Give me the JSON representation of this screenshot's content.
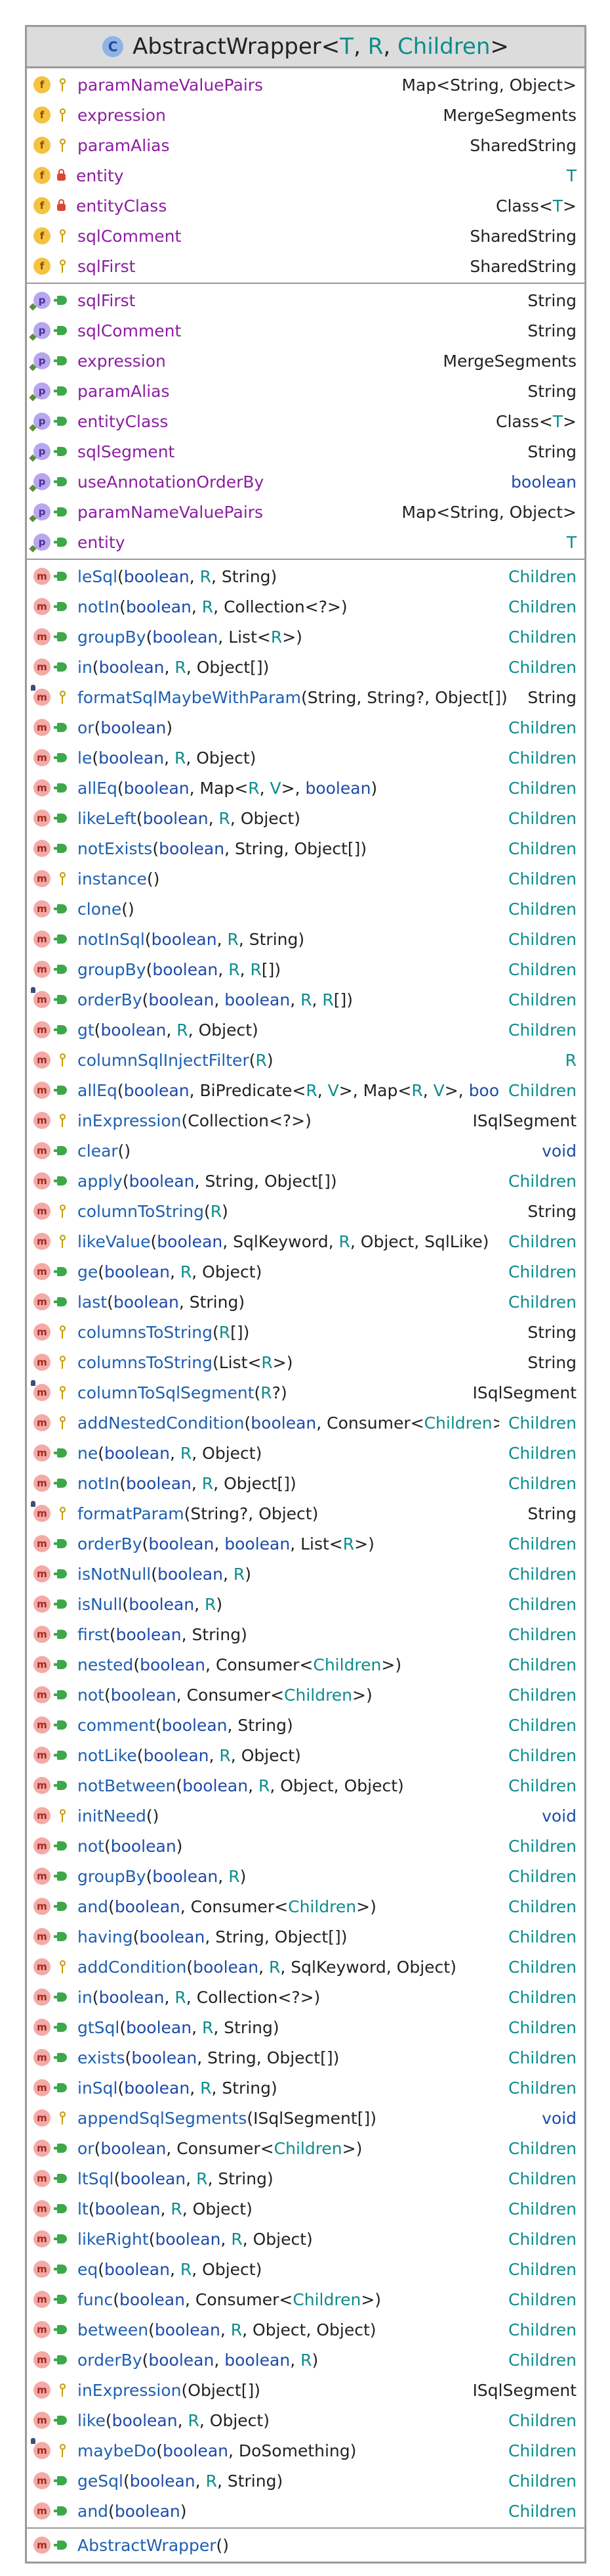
{
  "class": {
    "icon_letter": "C",
    "name": "AbstractWrapper",
    "generic_open": "<",
    "generic_params": [
      "T",
      "R",
      "Children"
    ],
    "generic_close": ">"
  },
  "fields": [
    {
      "kind": "f",
      "vis": "protected",
      "name": "paramNameValuePairs",
      "type": "Map<String, Object>"
    },
    {
      "kind": "f",
      "vis": "protected",
      "name": "expression",
      "type": "MergeSegments"
    },
    {
      "kind": "f",
      "vis": "protected",
      "name": "paramAlias",
      "type": "SharedString"
    },
    {
      "kind": "f",
      "vis": "private",
      "name": "entity",
      "type": "T"
    },
    {
      "kind": "f",
      "vis": "private",
      "name": "entityClass",
      "type": "Class<T>"
    },
    {
      "kind": "f",
      "vis": "protected",
      "name": "sqlComment",
      "type": "SharedString"
    },
    {
      "kind": "f",
      "vis": "protected",
      "name": "sqlFirst",
      "type": "SharedString"
    }
  ],
  "properties": [
    {
      "kind": "p",
      "vis": "public",
      "name": "sqlFirst",
      "type": "String"
    },
    {
      "kind": "p",
      "vis": "public",
      "name": "sqlComment",
      "type": "String"
    },
    {
      "kind": "p",
      "vis": "public",
      "name": "expression",
      "type": "MergeSegments"
    },
    {
      "kind": "p",
      "vis": "public",
      "name": "paramAlias",
      "type": "String"
    },
    {
      "kind": "p",
      "vis": "public",
      "name": "entityClass",
      "type": "Class<T>"
    },
    {
      "kind": "p",
      "vis": "public",
      "name": "sqlSegment",
      "type": "String"
    },
    {
      "kind": "p",
      "vis": "public",
      "name": "useAnnotationOrderBy",
      "type": "boolean"
    },
    {
      "kind": "p",
      "vis": "public",
      "name": "paramNameValuePairs",
      "type": "Map<String, Object>"
    },
    {
      "kind": "p",
      "vis": "public",
      "name": "entity",
      "type": "T"
    }
  ],
  "methods": [
    {
      "vis": "public",
      "name": "leSql",
      "params": "(boolean, R, String)",
      "type": "Children"
    },
    {
      "vis": "public",
      "name": "notIn",
      "params": "(boolean, R, Collection<?>)",
      "type": "Children"
    },
    {
      "vis": "public",
      "name": "groupBy",
      "params": "(boolean, List<R>)",
      "type": "Children"
    },
    {
      "vis": "public",
      "name": "in",
      "params": "(boolean, R, Object[])",
      "type": "Children"
    },
    {
      "vis": "protected",
      "name": "formatSqlMaybeWithParam",
      "params": "(String, String?, Object[])",
      "type": "String",
      "override": true
    },
    {
      "vis": "public",
      "name": "or",
      "params": "(boolean)",
      "type": "Children"
    },
    {
      "vis": "public",
      "name": "le",
      "params": "(boolean, R, Object)",
      "type": "Children"
    },
    {
      "vis": "public",
      "name": "allEq",
      "params": "(boolean, Map<R, V>, boolean)",
      "type": "Children"
    },
    {
      "vis": "public",
      "name": "likeLeft",
      "params": "(boolean, R, Object)",
      "type": "Children"
    },
    {
      "vis": "public",
      "name": "notExists",
      "params": "(boolean, String, Object[])",
      "type": "Children"
    },
    {
      "vis": "protected",
      "name": "instance",
      "params": "()",
      "type": "Children"
    },
    {
      "vis": "public",
      "name": "clone",
      "params": "()",
      "type": "Children"
    },
    {
      "vis": "public",
      "name": "notInSql",
      "params": "(boolean, R, String)",
      "type": "Children"
    },
    {
      "vis": "public",
      "name": "groupBy",
      "params": "(boolean, R, R[])",
      "type": "Children"
    },
    {
      "vis": "public",
      "name": "orderBy",
      "params": "(boolean, boolean, R, R[])",
      "type": "Children",
      "override": true
    },
    {
      "vis": "public",
      "name": "gt",
      "params": "(boolean, R, Object)",
      "type": "Children"
    },
    {
      "vis": "protected",
      "name": "columnSqlInjectFilter",
      "params": "(R)",
      "type": "R"
    },
    {
      "vis": "public",
      "name": "allEq",
      "params": "(boolean, BiPredicate<R, V>, Map<R, V>, boolean)",
      "type": "Children"
    },
    {
      "vis": "protected",
      "name": "inExpression",
      "params": "(Collection<?>)",
      "type": "ISqlSegment"
    },
    {
      "vis": "public",
      "name": "clear",
      "params": "()",
      "type": "void"
    },
    {
      "vis": "public",
      "name": "apply",
      "params": "(boolean, String, Object[])",
      "type": "Children"
    },
    {
      "vis": "protected",
      "name": "columnToString",
      "params": "(R)",
      "type": "String"
    },
    {
      "vis": "protected",
      "name": "likeValue",
      "params": "(boolean, SqlKeyword, R, Object, SqlLike)",
      "type": "Children"
    },
    {
      "vis": "public",
      "name": "ge",
      "params": "(boolean, R, Object)",
      "type": "Children"
    },
    {
      "vis": "public",
      "name": "last",
      "params": "(boolean, String)",
      "type": "Children"
    },
    {
      "vis": "protected",
      "name": "columnsToString",
      "params": "(R[])",
      "type": "String"
    },
    {
      "vis": "protected",
      "name": "columnsToString",
      "params": "(List<R>)",
      "type": "String"
    },
    {
      "vis": "protected",
      "name": "columnToSqlSegment",
      "params": "(R?)",
      "type": "ISqlSegment",
      "override": true
    },
    {
      "vis": "protected",
      "name": "addNestedCondition",
      "params": "(boolean, Consumer<Children>)",
      "type": "Children"
    },
    {
      "vis": "public",
      "name": "ne",
      "params": "(boolean, R, Object)",
      "type": "Children"
    },
    {
      "vis": "public",
      "name": "notIn",
      "params": "(boolean, R, Object[])",
      "type": "Children"
    },
    {
      "vis": "protected",
      "name": "formatParam",
      "params": "(String?, Object)",
      "type": "String",
      "override": true
    },
    {
      "vis": "public",
      "name": "orderBy",
      "params": "(boolean, boolean, List<R>)",
      "type": "Children"
    },
    {
      "vis": "public",
      "name": "isNotNull",
      "params": "(boolean, R)",
      "type": "Children"
    },
    {
      "vis": "public",
      "name": "isNull",
      "params": "(boolean, R)",
      "type": "Children"
    },
    {
      "vis": "public",
      "name": "first",
      "params": "(boolean, String)",
      "type": "Children"
    },
    {
      "vis": "public",
      "name": "nested",
      "params": "(boolean, Consumer<Children>)",
      "type": "Children"
    },
    {
      "vis": "public",
      "name": "not",
      "params": "(boolean, Consumer<Children>)",
      "type": "Children"
    },
    {
      "vis": "public",
      "name": "comment",
      "params": "(boolean, String)",
      "type": "Children"
    },
    {
      "vis": "public",
      "name": "notLike",
      "params": "(boolean, R, Object)",
      "type": "Children"
    },
    {
      "vis": "public",
      "name": "notBetween",
      "params": "(boolean, R, Object, Object)",
      "type": "Children"
    },
    {
      "vis": "protected",
      "name": "initNeed",
      "params": "()",
      "type": "void"
    },
    {
      "vis": "public",
      "name": "not",
      "params": "(boolean)",
      "type": "Children"
    },
    {
      "vis": "public",
      "name": "groupBy",
      "params": "(boolean, R)",
      "type": "Children"
    },
    {
      "vis": "public",
      "name": "and",
      "params": "(boolean, Consumer<Children>)",
      "type": "Children"
    },
    {
      "vis": "public",
      "name": "having",
      "params": "(boolean, String, Object[])",
      "type": "Children"
    },
    {
      "vis": "protected",
      "name": "addCondition",
      "params": "(boolean, R, SqlKeyword, Object)",
      "type": "Children"
    },
    {
      "vis": "public",
      "name": "in",
      "params": "(boolean, R, Collection<?>)",
      "type": "Children"
    },
    {
      "vis": "public",
      "name": "gtSql",
      "params": "(boolean, R, String)",
      "type": "Children"
    },
    {
      "vis": "public",
      "name": "exists",
      "params": "(boolean, String, Object[])",
      "type": "Children"
    },
    {
      "vis": "public",
      "name": "inSql",
      "params": "(boolean, R, String)",
      "type": "Children"
    },
    {
      "vis": "protected",
      "name": "appendSqlSegments",
      "params": "(ISqlSegment[])",
      "type": "void"
    },
    {
      "vis": "public",
      "name": "or",
      "params": "(boolean, Consumer<Children>)",
      "type": "Children"
    },
    {
      "vis": "public",
      "name": "ltSql",
      "params": "(boolean, R, String)",
      "type": "Children"
    },
    {
      "vis": "public",
      "name": "lt",
      "params": "(boolean, R, Object)",
      "type": "Children"
    },
    {
      "vis": "public",
      "name": "likeRight",
      "params": "(boolean, R, Object)",
      "type": "Children"
    },
    {
      "vis": "public",
      "name": "eq",
      "params": "(boolean, R, Object)",
      "type": "Children"
    },
    {
      "vis": "public",
      "name": "func",
      "params": "(boolean, Consumer<Children>)",
      "type": "Children"
    },
    {
      "vis": "public",
      "name": "between",
      "params": "(boolean, R, Object, Object)",
      "type": "Children"
    },
    {
      "vis": "public",
      "name": "orderBy",
      "params": "(boolean, boolean, R)",
      "type": "Children"
    },
    {
      "vis": "protected",
      "name": "inExpression",
      "params": "(Object[])",
      "type": "ISqlSegment"
    },
    {
      "vis": "public",
      "name": "like",
      "params": "(boolean, R, Object)",
      "type": "Children"
    },
    {
      "vis": "protected",
      "name": "maybeDo",
      "params": "(boolean, DoSomething)",
      "type": "Children",
      "override": true
    },
    {
      "vis": "public",
      "name": "geSql",
      "params": "(boolean, R, String)",
      "type": "Children"
    },
    {
      "vis": "public",
      "name": "and",
      "params": "(boolean)",
      "type": "Children"
    }
  ],
  "constructors": [
    {
      "vis": "public",
      "name": "AbstractWrapper",
      "params": "()",
      "type": ""
    }
  ],
  "colors": {
    "field_name": "#8b1fa0",
    "method_name": "#1f5fb0",
    "generic_type": "#0d8c8c",
    "keyword": "#1d4aa8",
    "header_bg": "#dcdcdc",
    "border": "#9a9a9a"
  }
}
